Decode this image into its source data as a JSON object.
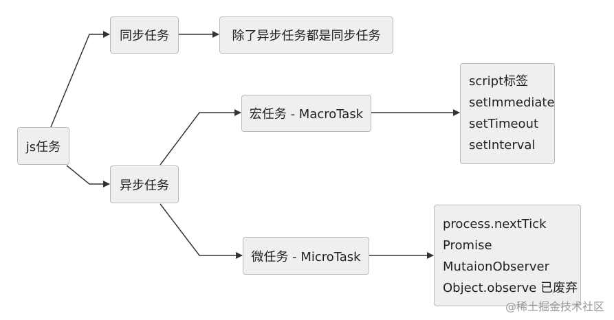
{
  "diagram": {
    "root": "js任务",
    "sync": "同步任务",
    "sync_desc": "除了异步任务都是同步任务",
    "async": "异步任务",
    "macro": "宏任务 - MacroTask",
    "macro_items": [
      "script标签",
      "setImmediate",
      "setTimeout",
      "setInterval"
    ],
    "micro": "微任务 - MicroTask",
    "micro_items": [
      "process.nextTick",
      "Promise",
      "MutaionObserver",
      "Object.observe 已废弃"
    ]
  },
  "watermark": "@稀土掘金技术社区",
  "colors": {
    "node_fill": "#efefef",
    "node_border": "#b9b9b9",
    "line": "#333333"
  }
}
